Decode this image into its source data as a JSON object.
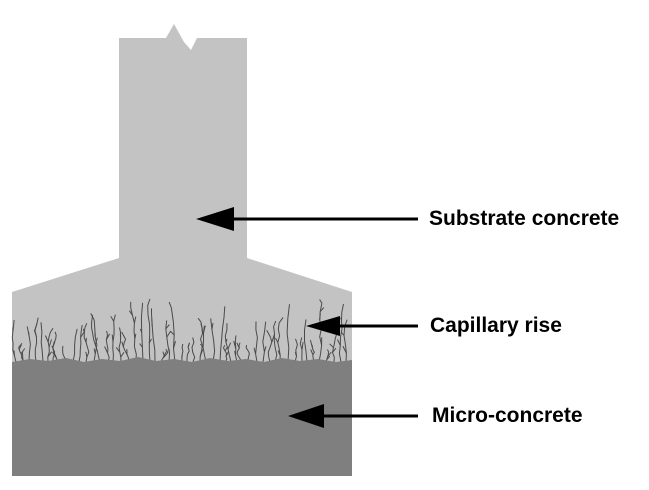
{
  "labels": {
    "substrate": "Substrate concrete",
    "capillary": "Capillary rise",
    "micro": "Micro-concrete"
  },
  "colors": {
    "substrate_fill": "#c3c3c3",
    "micro_fill": "#7f7f7f",
    "capillary_lines": "#4a4a4a",
    "arrow": "#000000",
    "background": "#ffffff"
  }
}
